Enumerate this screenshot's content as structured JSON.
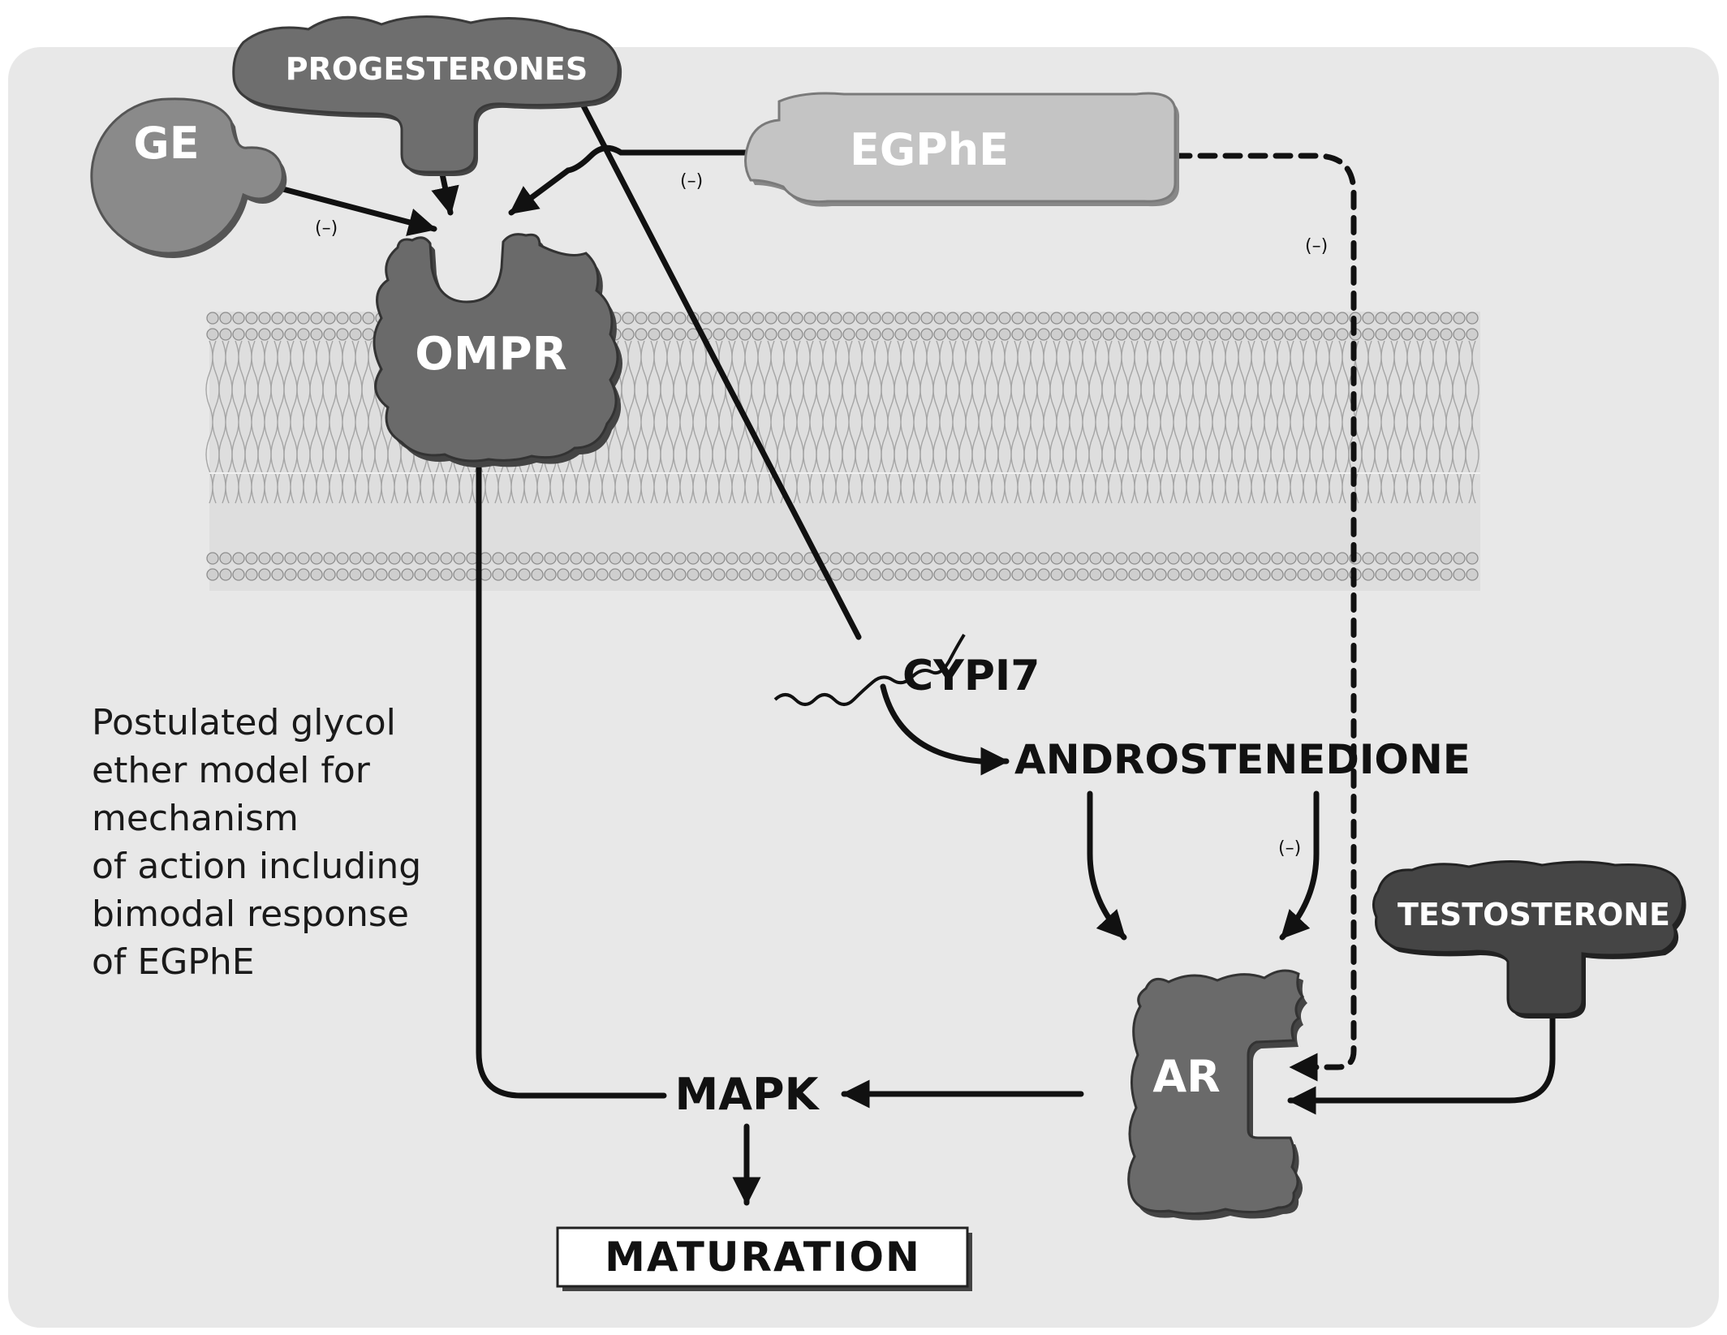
{
  "diagram": {
    "nodes": {
      "ge": "GE",
      "progesterones": "PROGESTERONES",
      "egphe": "EGPhE",
      "ompr": "OMPR",
      "cyp17": "CYPI7",
      "androstenedione": "ANDROSTENEDIONE",
      "testosterone": "TESTOSTERONE",
      "ar": "AR",
      "mapk": "MAPK",
      "maturation": "MATURATION"
    },
    "inhibition_marks": [
      "(–)",
      "(–)",
      "(–)",
      "(–)"
    ],
    "caption_lines": [
      "Postulated glycol",
      "ether model for",
      "mechanism",
      "of action including",
      "bimodal response",
      "of EGPhE"
    ]
  },
  "colors": {
    "panel_bg": "#e8e8e8",
    "ge_fill": "#8a8a8a",
    "progesterones_fill": "#6e6e6e",
    "egphe_fill": "#c4c4c4",
    "receptor_fill": "#6a6a6a",
    "testosterone_fill": "#454545",
    "membrane": "#bdbdbd"
  }
}
